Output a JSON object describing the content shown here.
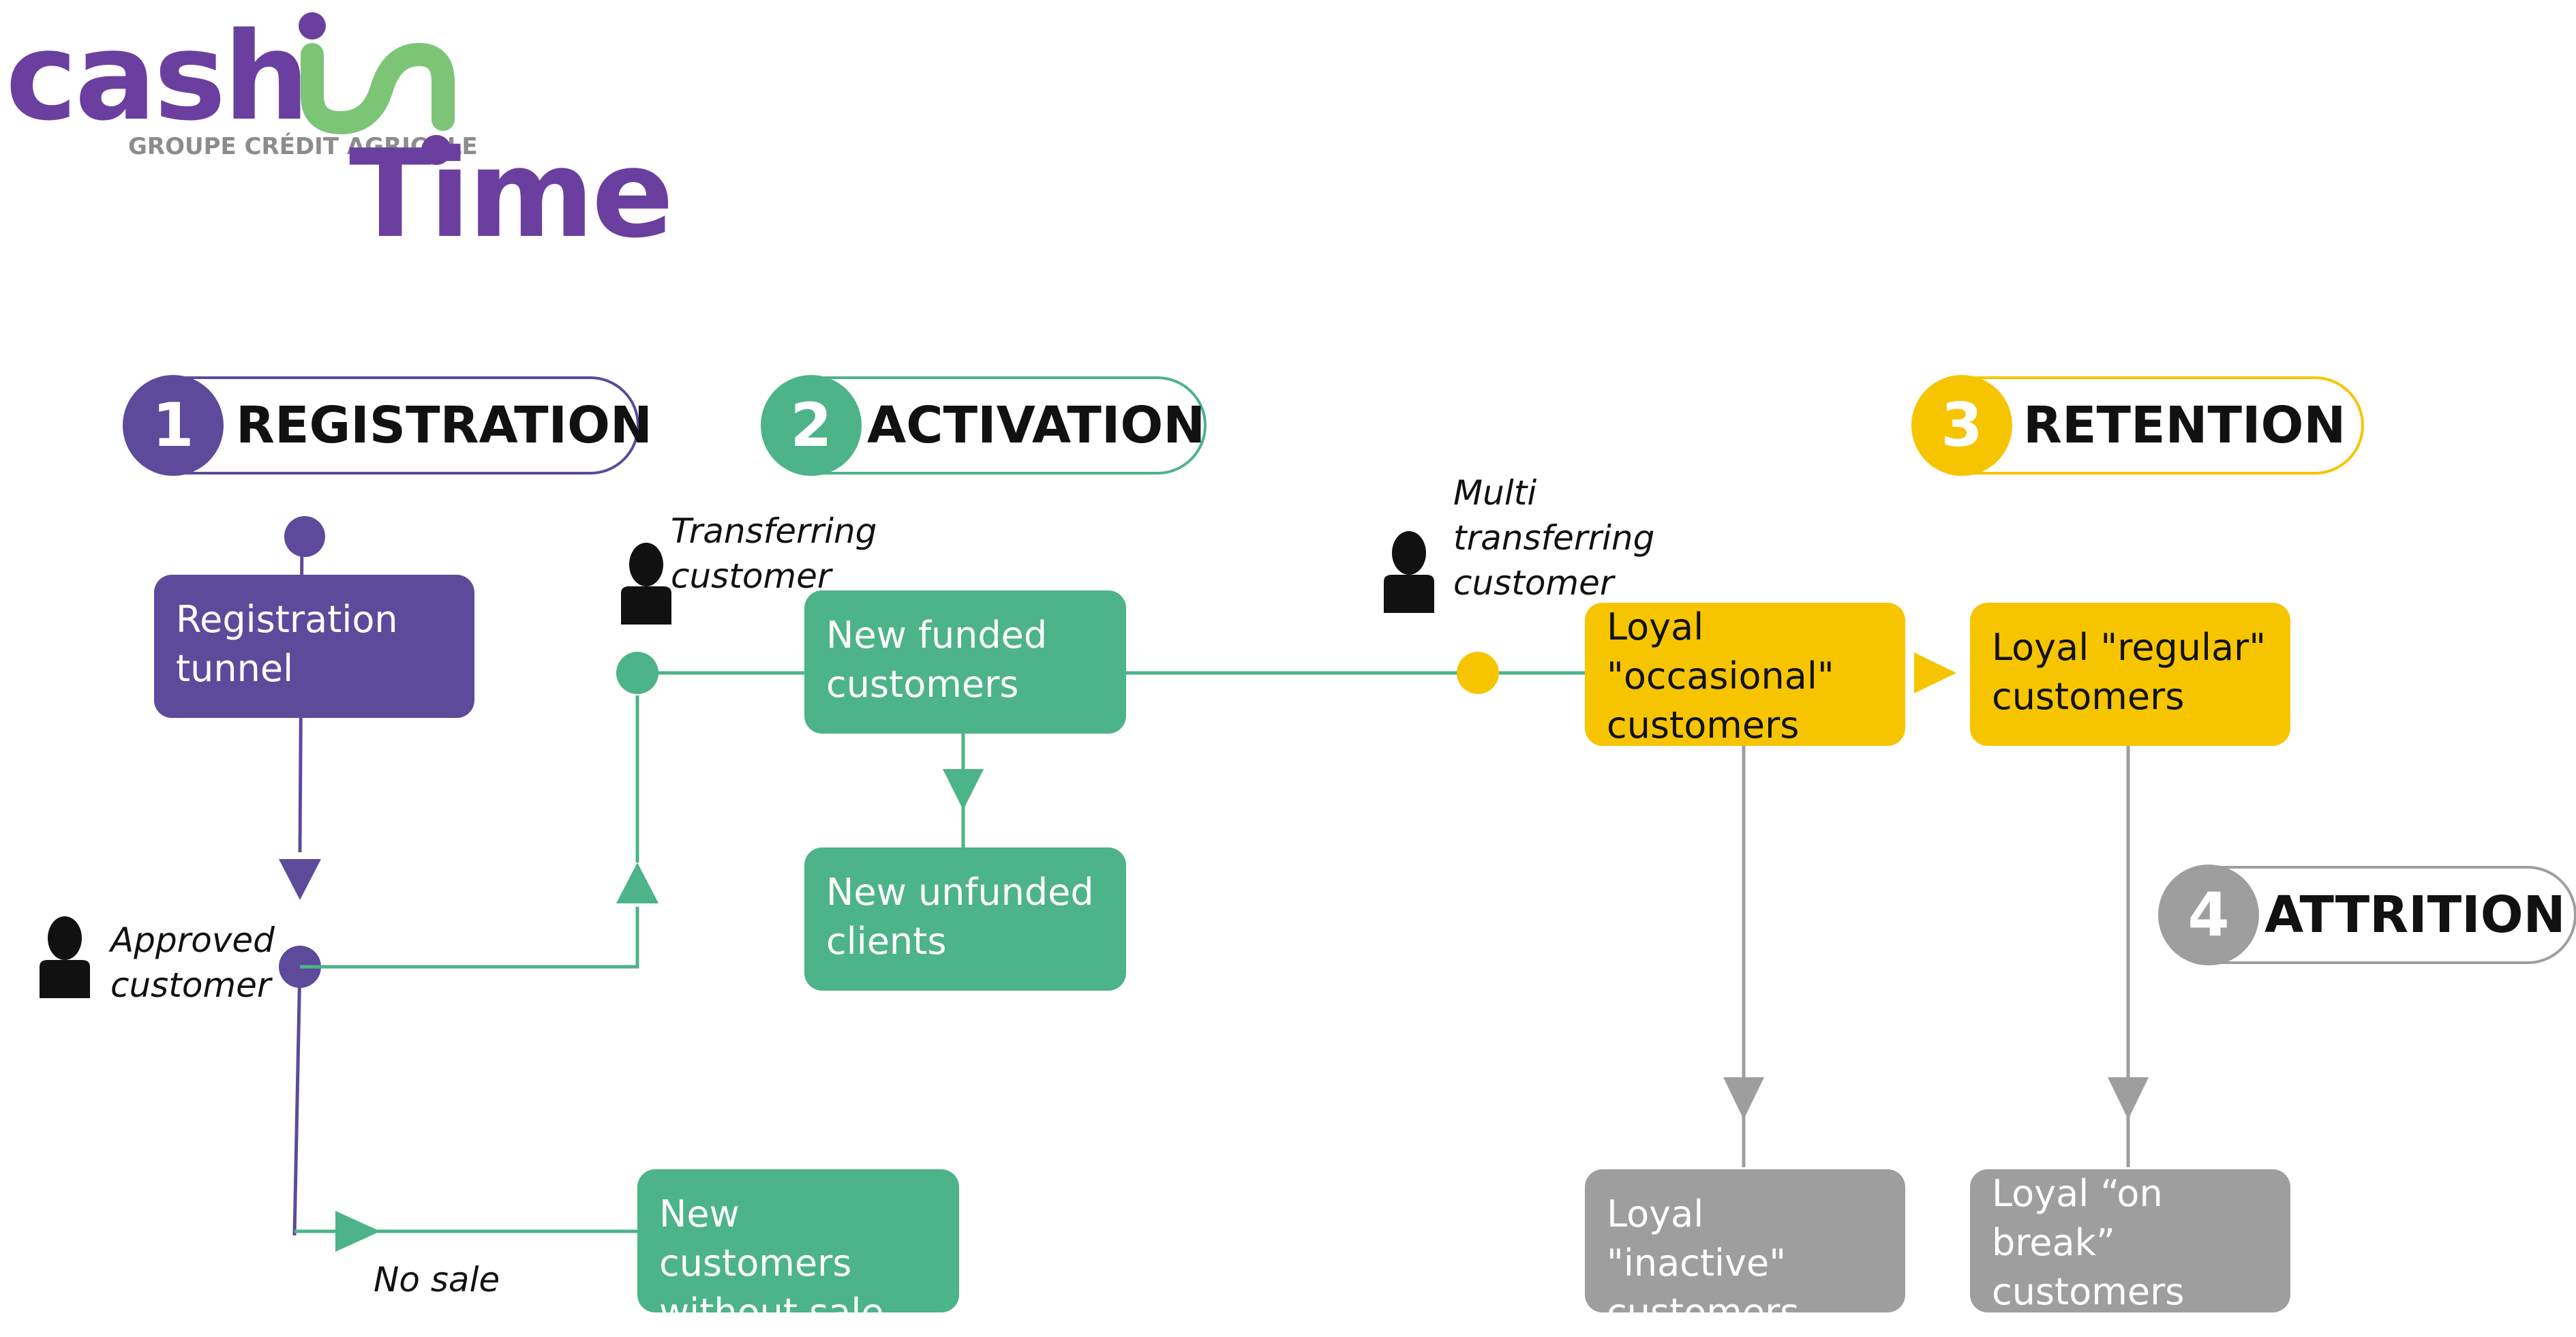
{
  "logo": {
    "brand_line1": "cash",
    "brand_line1_accent": "in",
    "brand_line2": "Time",
    "group_name": "GROUPE CRÉDIT AGRICOLE"
  },
  "stages": [
    {
      "number": "1",
      "label": "REGISTRATION",
      "color": "#5e4a9b"
    },
    {
      "number": "2",
      "label": "ACTIVATION",
      "color": "#4db389"
    },
    {
      "number": "3",
      "label": "RETENTION",
      "color": "#f6c500"
    },
    {
      "number": "4",
      "label": "ATTRITION",
      "color": "#9e9e9e"
    }
  ],
  "nodes": {
    "registration_tunnel": "Registration tunnel",
    "new_funded": "New funded customers",
    "new_unfunded": "New unfunded clients",
    "no_sale": "New customers without sale",
    "loyal_occasional": "Loyal \"occasional\" customers",
    "loyal_regular": "Loyal \"regular\" customers",
    "loyal_inactive": "Loyal \"inactive\" customers",
    "loyal_on_break": "Loyal  “on break” customers"
  },
  "notes": {
    "approved": "Approved customer",
    "transferring": "Transferring customer",
    "multi_transferring": "Multi transferring customer",
    "no_sale_label": "No sale"
  },
  "colors": {
    "purple": "#5e4a9b",
    "green": "#4db389",
    "yellow": "#f6c500",
    "grey": "#9e9e9e",
    "logo_purple": "#6b3fa0",
    "logo_green": "#7cc576"
  }
}
